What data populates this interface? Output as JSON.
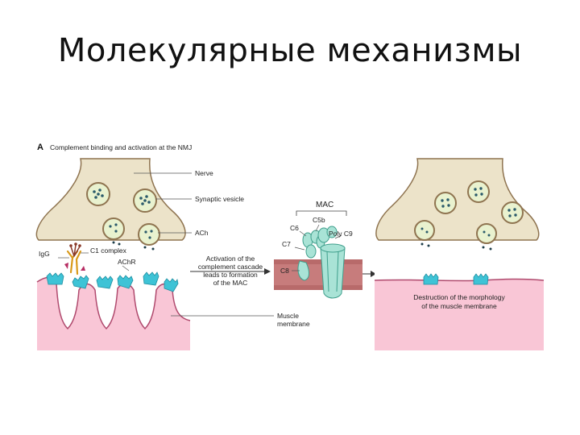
{
  "title": "Молекулярные механизмы",
  "figure": {
    "panel_letter": "A",
    "panel_title": "Complement binding and activation at the NMJ",
    "labels": {
      "nerve": "Nerve",
      "synaptic_vesicle": "Synaptic vesicle",
      "ach": "ACh",
      "igg": "IgG",
      "c1_complex": "C1 complex",
      "achr": "AChR",
      "mac": "MAC",
      "c5b": "C5b",
      "c6": "C6",
      "c7": "C7",
      "c8": "C8",
      "poly_c9": "Poly C9",
      "muscle_membrane_1": "Muscle",
      "muscle_membrane_2": "membrane"
    },
    "activation_text": [
      "Activation of the",
      "complement cascade",
      "leads to formation",
      "of the MAC"
    ],
    "destruction_text": [
      "Destruction of the morphology",
      "of the muscle membrane"
    ]
  },
  "colors": {
    "nerve_fill": "#ece3c9",
    "nerve_stroke": "#8f7450",
    "muscle_fill": "#f9c6d6",
    "muscle_stroke": "#b04a6e",
    "receptor": "#3ec3d6",
    "mac_fill": "#a9e3d6",
    "membrane_band": "#b86a6a"
  }
}
